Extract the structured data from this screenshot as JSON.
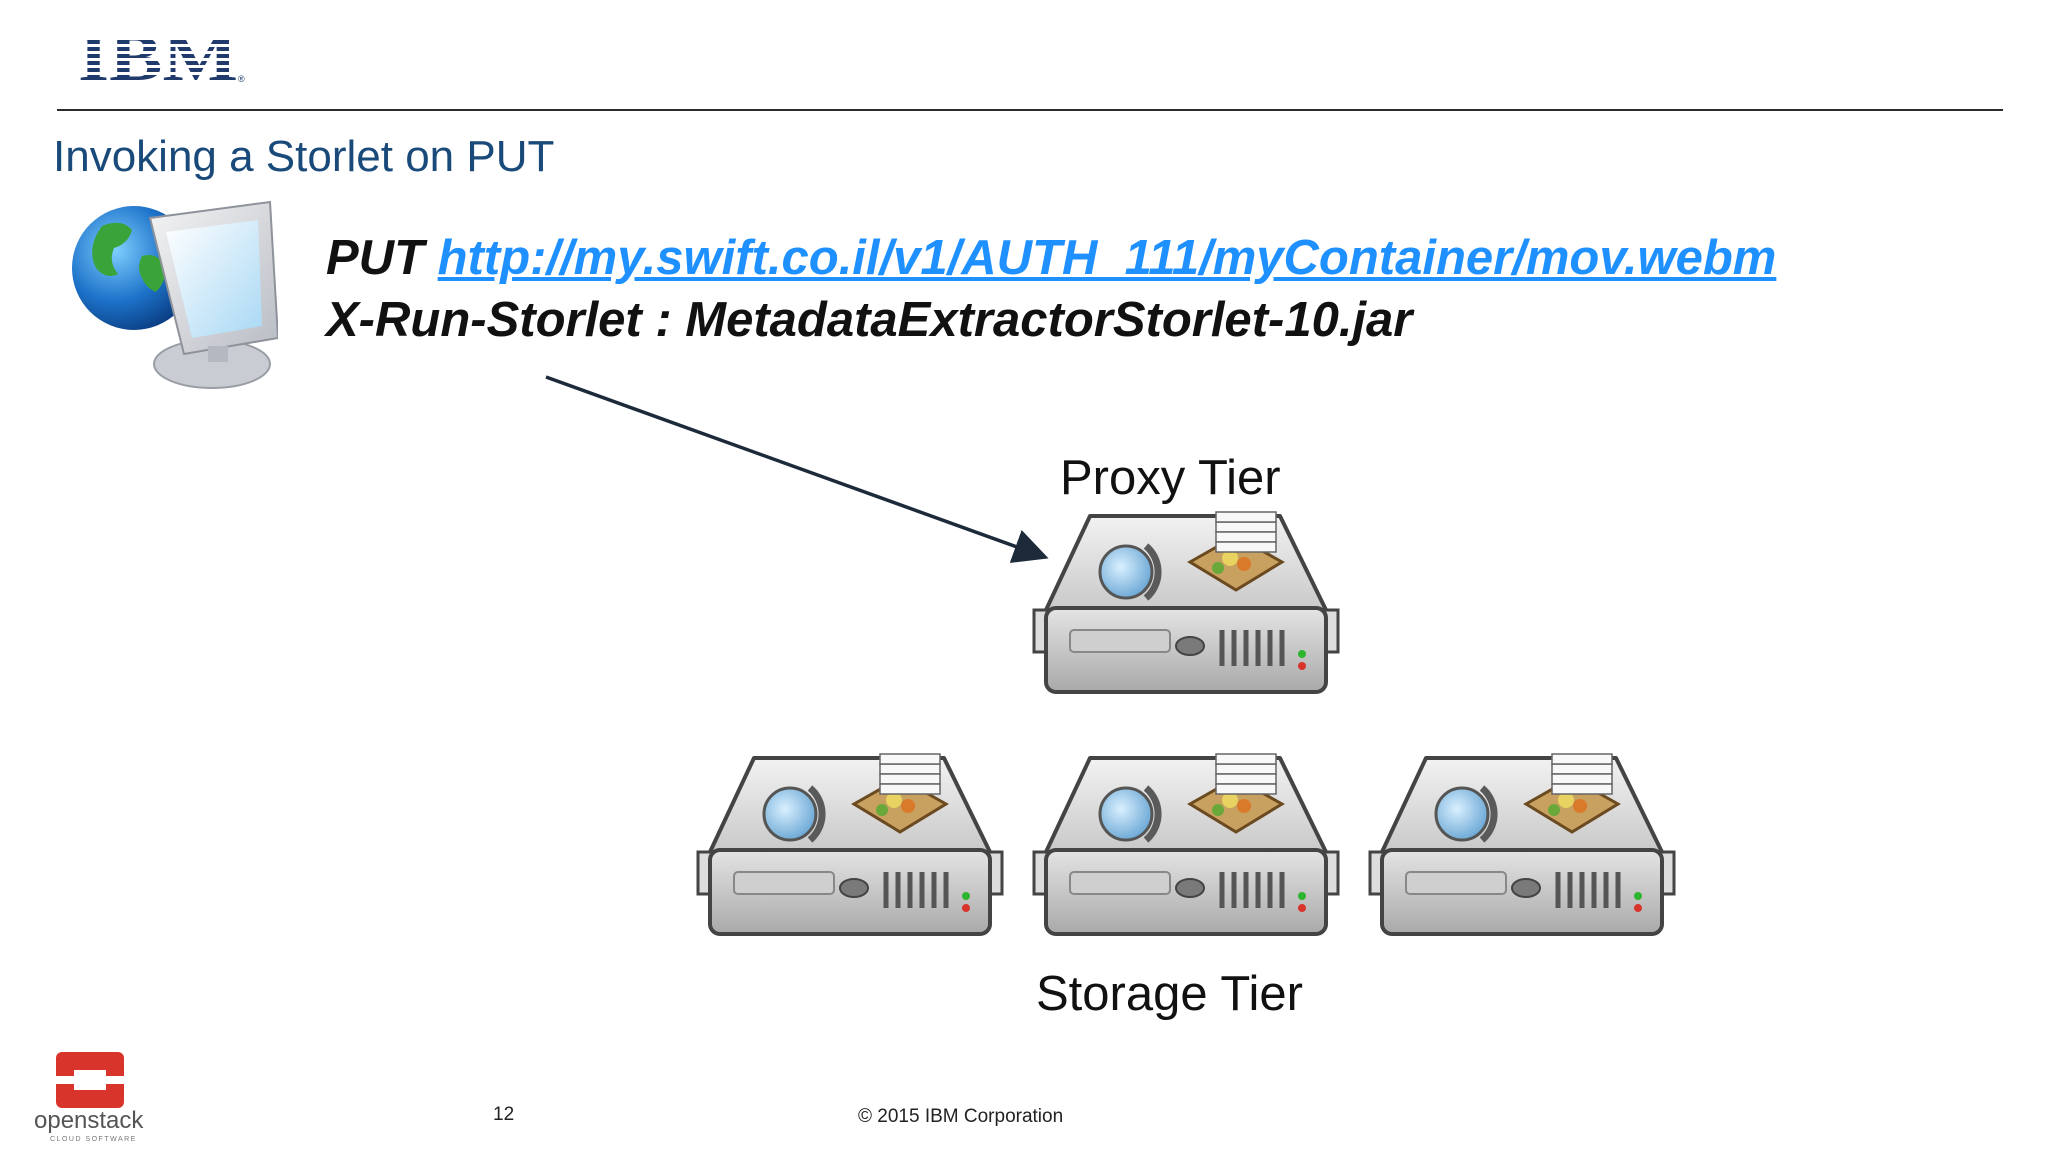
{
  "brand": {
    "logo_text": "IBM",
    "color": "#1f3a6b"
  },
  "slide": {
    "title": "Invoking a Storlet on PUT",
    "request": {
      "method": "PUT",
      "url": "http://my.swift.co.il/v1/AUTH_111/myContainer/mov.webm",
      "header": "X-Run-Storlet : MetadataExtractorStorlet-10.jar"
    },
    "proxy_tier_label": "Proxy Tier",
    "storage_tier_label": "Storage Tier"
  },
  "footer": {
    "page_number": "12",
    "copyright": "© 2015 IBM Corporation",
    "openstack_logo_text": "openstack",
    "openstack_logo_subtext": "CLOUD SOFTWARE"
  },
  "colors": {
    "title": "#1a4a7a",
    "link": "#1e90ff",
    "arrow": "#1c2a3a",
    "openstack_red": "#d9342b"
  },
  "icons": {
    "client": "computer-globe-icon",
    "server": "server-icon"
  }
}
